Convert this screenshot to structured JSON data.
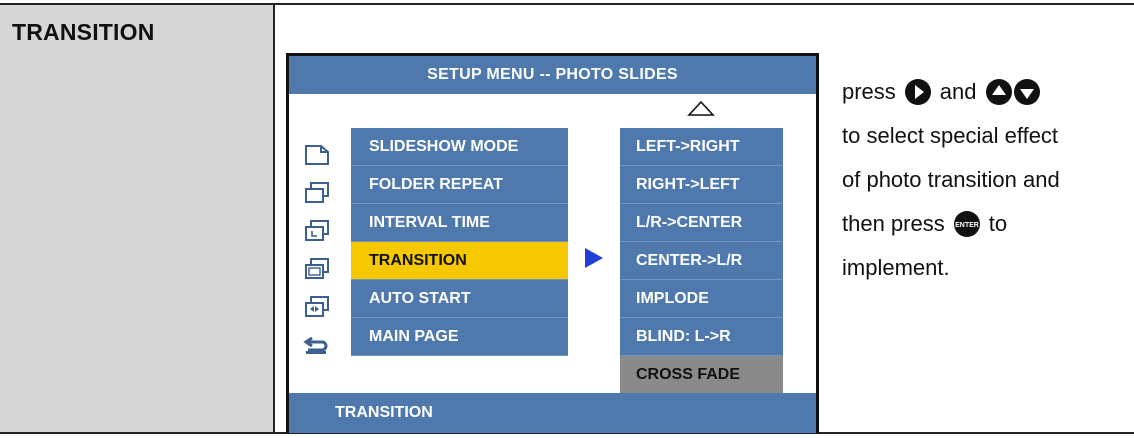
{
  "table": {
    "row_label": "TRANSITION"
  },
  "osd": {
    "header": "SETUP MENU -- PHOTO SLIDES",
    "footer": "TRANSITION",
    "menu_items": [
      {
        "label": "SLIDESHOW MODE",
        "icon": "slideshow-icon",
        "selected": false
      },
      {
        "label": "FOLDER REPEAT",
        "icon": "folder-repeat-icon",
        "selected": false
      },
      {
        "label": "INTERVAL TIME",
        "icon": "interval-time-icon",
        "selected": false
      },
      {
        "label": "TRANSITION",
        "icon": "transition-icon",
        "selected": true
      },
      {
        "label": "AUTO START",
        "icon": "auto-start-icon",
        "selected": false
      },
      {
        "label": "MAIN PAGE",
        "icon": "return-icon",
        "selected": false
      }
    ],
    "submenu_items": [
      {
        "label": "LEFT->RIGHT"
      },
      {
        "label": "RIGHT->LEFT"
      },
      {
        "label": "L/R->CENTER"
      },
      {
        "label": "CENTER->L/R"
      },
      {
        "label": "IMPLODE"
      },
      {
        "label": "BLIND: L->R"
      },
      {
        "label": "CROSS FADE",
        "highlighted": true
      }
    ],
    "colors": {
      "menu_blue": "#4f79ad",
      "selected_yellow": "#f5c800",
      "highlight_gray": "#8a8a8a",
      "pointer_blue": "#1f3fd6"
    }
  },
  "instructions": {
    "press": "press",
    "and": "and",
    "line2": "to select special effect",
    "line3": "of photo transition and",
    "then_press": "then press",
    "to": "to",
    "line5": "implement.",
    "icons": [
      "right-button-icon",
      "up-button-icon",
      "down-button-icon",
      "enter-button-icon"
    ]
  }
}
